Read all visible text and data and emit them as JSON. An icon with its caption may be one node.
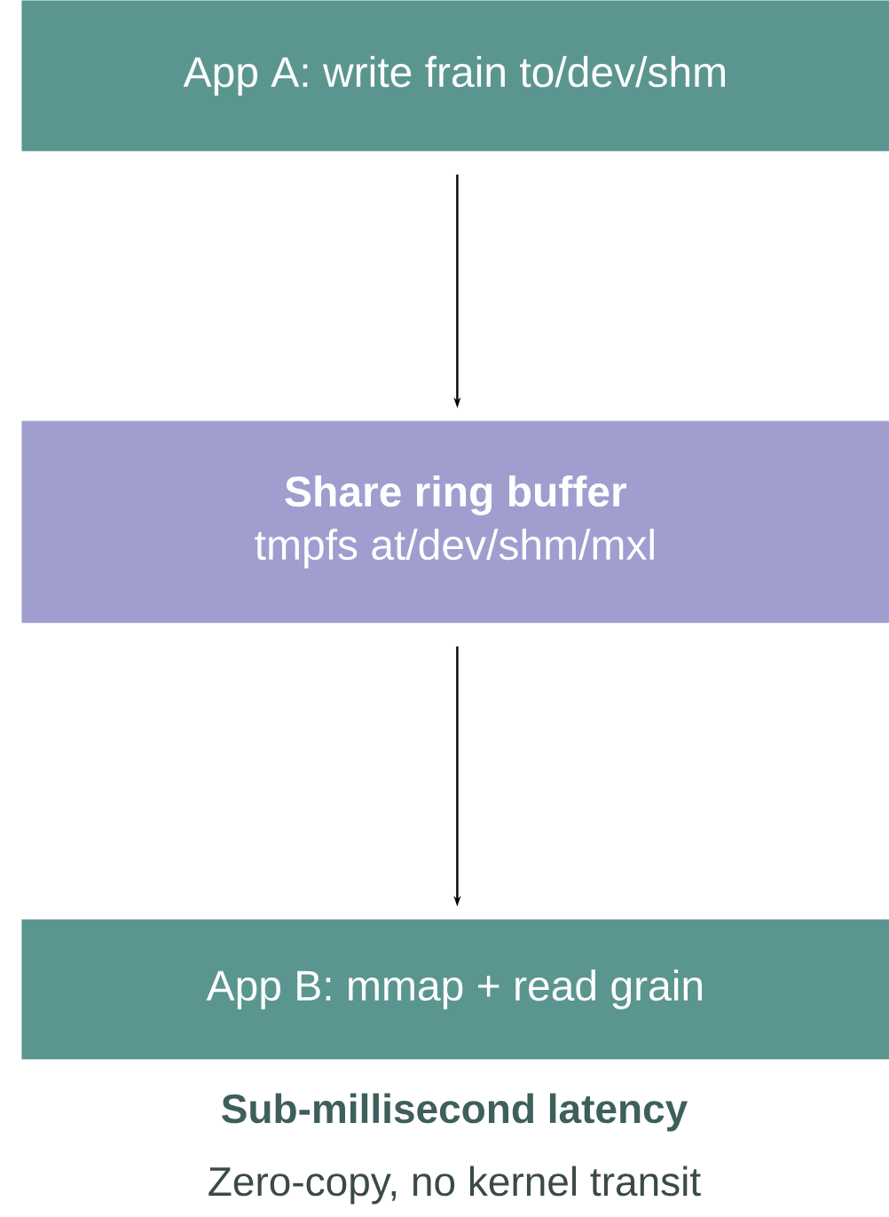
{
  "diagram": {
    "nodes": [
      {
        "text": [
          "App A: write frain to/dev/shm"
        ]
      },
      {
        "text": [
          "Share ring buffer",
          "tmpfs at/dev/shm/mxl"
        ]
      },
      {
        "text": [
          "App B: mmap + read grain"
        ],
        "beside": [
          "Sub-millisecond latency",
          "Zero-copy, no kernel transit"
        ]
      }
    ],
    "edges": [
      {
        "from": 0,
        "to": 1,
        "arrow": "to"
      },
      {
        "from": 1,
        "to": 2,
        "arrow": "to"
      }
    ]
  }
}
